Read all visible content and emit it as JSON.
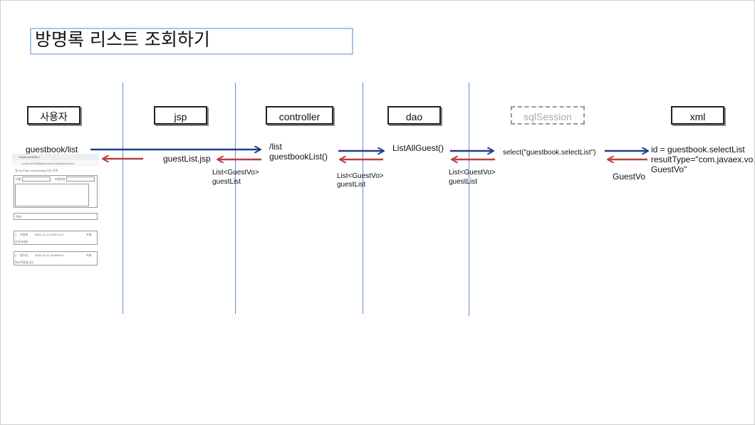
{
  "title": "방명록 리스트 조회하기",
  "nodes": {
    "user": "사용자",
    "jsp": "jsp",
    "controller": "controller",
    "dao": "dao",
    "sqlsession": "sqlSession",
    "xml": "xml"
  },
  "labels": {
    "guestbook_list": "guestbook/list",
    "guestlist_jsp": "guestList.jsp",
    "list_path": "/list",
    "guestbook_list_method": "guestbookList()",
    "list_all_guest": "ListAllGuest()",
    "select_stmt": "select(\"guestbook.selectList\")",
    "xml_id": "id = guestbook.selectList",
    "xml_result_type": "resultType=\"com.javaex.vo.",
    "xml_result_type2": "GuestVo\"",
    "guestvo": "GuestVo",
    "ret1_type": "List<GuestVo>",
    "ret1_var": "guestList",
    "ret2_type": "List<GuestVo>",
    "ret2_var": "guestList",
    "ret3_type": "List<GuestVo>",
    "ret3_var": "guestList"
  },
  "colors": {
    "request_arrow": "#1f3f8f",
    "response_arrow": "#b84040",
    "lifeline": "#5b8fd0"
  },
  "thumbnail": {
    "tab_text": "localhost:8088 ×",
    "url_text": "localhost:8088/guestbook3/guestbook/list",
    "bookmarks": "앱  YouTube  ncs-learning  지도  번역",
    "name_label": "이름",
    "password_label": "비밀번호",
    "submit_label": "확인",
    "entries": [
      {
        "no": "1",
        "name": "이정재",
        "date": "2021-01-11 09:57:14.0",
        "delete": "삭제",
        "content": "안녕하세요"
      },
      {
        "no": "2",
        "name": "정우성",
        "date": "2021-01-11 16:48:00.0",
        "delete": "삭제",
        "content": "테스트중입니다"
      }
    ]
  }
}
